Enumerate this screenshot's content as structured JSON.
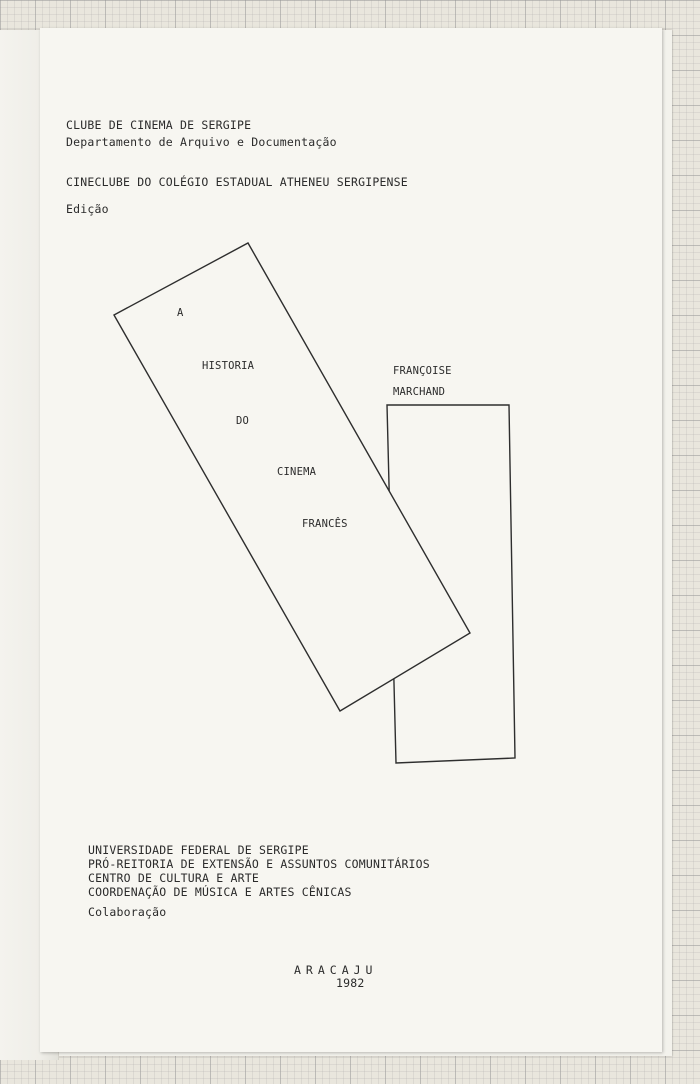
{
  "header": {
    "org_name": "CLUBE DE CINEMA DE SERGIPE",
    "department": "Departamento de Arquivo e Documentação",
    "cineclube": "CINECLUBE DO COLÉGIO ESTADUAL ATHENEU SERGIPENSE",
    "edition_label": "Edição"
  },
  "title_box": {
    "word_1": "A",
    "word_2": "HISTORIA",
    "word_3": "DO",
    "word_4": "CINEMA",
    "word_5": "FRANCÊS"
  },
  "author": {
    "first_name": "FRANÇOISE",
    "last_name": "MARCHAND"
  },
  "collaboration": {
    "line_1": "UNIVERSIDADE FEDERAL DE SERGIPE",
    "line_2": "PRÓ-REITORIA DE EXTENSÃO E ASSUNTOS COMUNITÁRIOS",
    "line_3": "CENTRO DE CULTURA E ARTE",
    "line_4": "COORDENAÇÃO DE MÚSICA E ARTES CÊNICAS",
    "label": "Colaboração"
  },
  "footer": {
    "city": "ARACAJU",
    "year": "1982"
  }
}
